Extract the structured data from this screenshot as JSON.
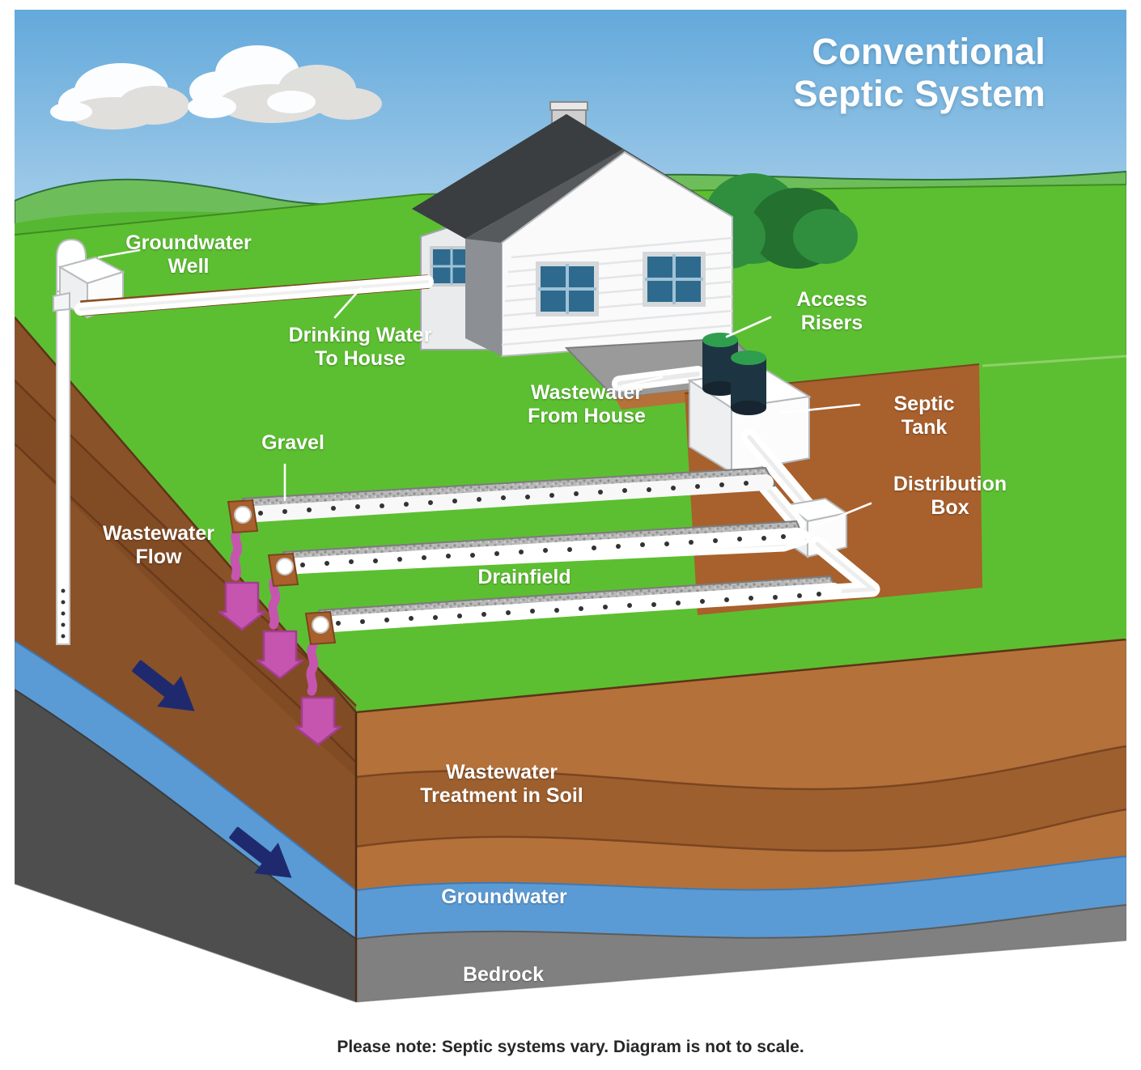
{
  "title": "Conventional\nSeptic System",
  "footnote": "Please note: Septic systems vary. Diagram is not to scale.",
  "labels": {
    "groundwater_well": "Groundwater\nWell",
    "drinking_water_to_house": "Drinking Water\nTo House",
    "gravel": "Gravel",
    "wastewater_from_house": "Wastewater\nFrom House",
    "access_risers": "Access\nRisers",
    "septic_tank": "Septic\nTank",
    "distribution_box": "Distribution\nBox",
    "drainfield": "Drainfield",
    "wastewater_flow": "Wastewater\nFlow",
    "wastewater_treatment_in_soil": "Wastewater\nTreatment in Soil",
    "groundwater": "Groundwater",
    "bedrock": "Bedrock"
  },
  "colors": {
    "sky": "#7FB6DF",
    "sky_light": "#A9CFEA",
    "cloud": "#ffffff",
    "cloud_shadow": "#E2E0DC",
    "hill_far": "#6DBE5A",
    "hill_near": "#56B733",
    "lawn": "#5CBF31",
    "lawn_dark": "#49A127",
    "lawn_edge": "#8FD06A",
    "soil_top": "#B5713A",
    "soil_mid": "#9C5F2E",
    "soil_deep": "#8A5228",
    "soil_side": "#6F3F1F",
    "trench_soil": "#A8602C",
    "groundwater": "#5B9BD5",
    "groundwater_dark": "#3E79B4",
    "bedrock": "#808080",
    "bedrock_side": "#4E4E4E",
    "house_wall": "#FAFAFA",
    "house_shade": "#BFC3C6",
    "roof": "#4B4F52",
    "roof_dark": "#3A3E41",
    "window": "#2E6A8E",
    "window_light": "#5C96B8",
    "tree": "#2F8F3E",
    "tree_dark": "#24702F",
    "concrete": "#9A9A9A",
    "pipe": "#FFFFFF",
    "pipe_shade": "#D6D6D6",
    "gravel": "#B9B9B9",
    "gravel_dark": "#8C8C8C",
    "riser": "#1D3442",
    "riser_top": "#2F9E4F",
    "flow_arrow": "#C655B0",
    "water_arrow": "#1F2A6E",
    "leader": "#FFFFFF"
  }
}
